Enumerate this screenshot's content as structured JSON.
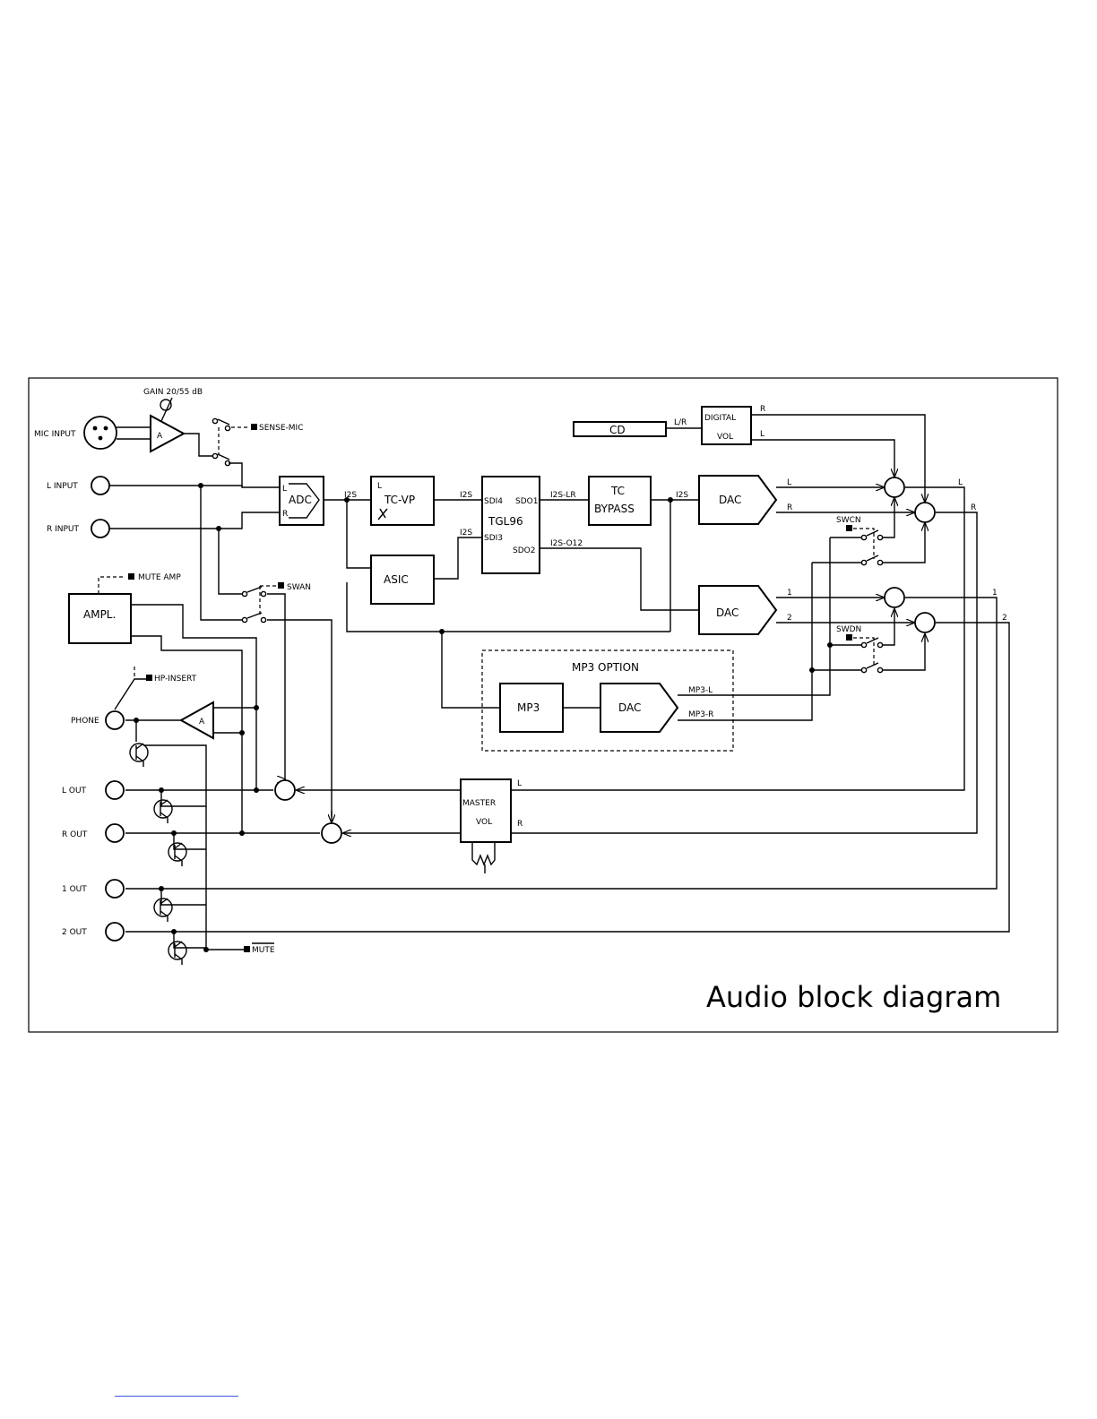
{
  "title": "Audio block diagram",
  "inputs": {
    "mic": "MIC INPUT",
    "gain": "GAIN 20/55 dB",
    "mic_amp": "A",
    "sense_mic": "SENSE-MIC",
    "l_input": "L INPUT",
    "r_input": "R INPUT"
  },
  "blocks": {
    "adc": "ADC",
    "adc_l": "L",
    "adc_r": "R",
    "tc_vp": "TC-VP",
    "tc_vp_l": "L",
    "tgl96": "TGL96",
    "sdi4": "SDI4",
    "sdi3": "SDI3",
    "sdo1": "SDO1",
    "sdo2": "SDO2",
    "asic": "ASIC",
    "tc_bypass_1": "TC",
    "tc_bypass_2": "BYPASS",
    "dac": "DAC",
    "cd": "CD",
    "digital_vol_1": "DIGITAL",
    "digital_vol_2": "VOL",
    "mp3_option": "MP3 OPTION",
    "mp3": "MP3",
    "ampl": "AMPL.",
    "phone_amp": "A",
    "master_vol_1": "MASTER",
    "master_vol_2": "VOL"
  },
  "signals": {
    "i2s": "I2S",
    "i2s_lr": "I2S-LR",
    "i2s_o12": "I2S-O12",
    "l_r": "L/R",
    "l": "L",
    "r": "R",
    "ch1": "1",
    "ch2": "2",
    "mp3_l": "MP3-L",
    "mp3_r": "MP3-R"
  },
  "controls": {
    "swan": "SWAN",
    "swcn": "SWCN",
    "swdn": "SWDN",
    "mute_amp": "MUTE AMP",
    "hp_insert": "HP-INSERT",
    "mute": "MUTE"
  },
  "outputs": {
    "phone": "PHONE",
    "l_out": "L OUT",
    "r_out": "R OUT",
    "out1": "1 OUT",
    "out2": "2 OUT"
  }
}
